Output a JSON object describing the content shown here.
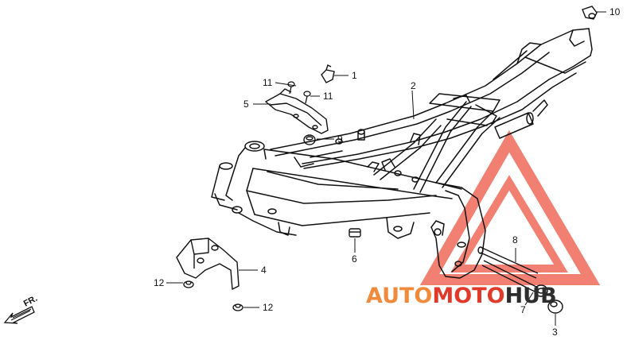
{
  "direction_label": "FR.",
  "callouts": [
    {
      "id": "c1",
      "label": "1"
    },
    {
      "id": "c2",
      "label": "2"
    },
    {
      "id": "c3",
      "label": "3"
    },
    {
      "id": "c4",
      "label": "4"
    },
    {
      "id": "c5",
      "label": "5"
    },
    {
      "id": "c6",
      "label": "6"
    },
    {
      "id": "c7",
      "label": "7"
    },
    {
      "id": "c8",
      "label": "8"
    },
    {
      "id": "c9",
      "label": "9"
    },
    {
      "id": "c10",
      "label": "10"
    },
    {
      "id": "c11a",
      "label": "11"
    },
    {
      "id": "c11b",
      "label": "11"
    },
    {
      "id": "c12a",
      "label": "12"
    },
    {
      "id": "c12b",
      "label": "12"
    }
  ],
  "watermark": {
    "part1": "AUTO",
    "part2": "MOTO",
    "part3": "HUB",
    "color_primary": "#f08a3c",
    "color_accent": "#e23a2a",
    "color_dark": "#2d2d2d"
  }
}
